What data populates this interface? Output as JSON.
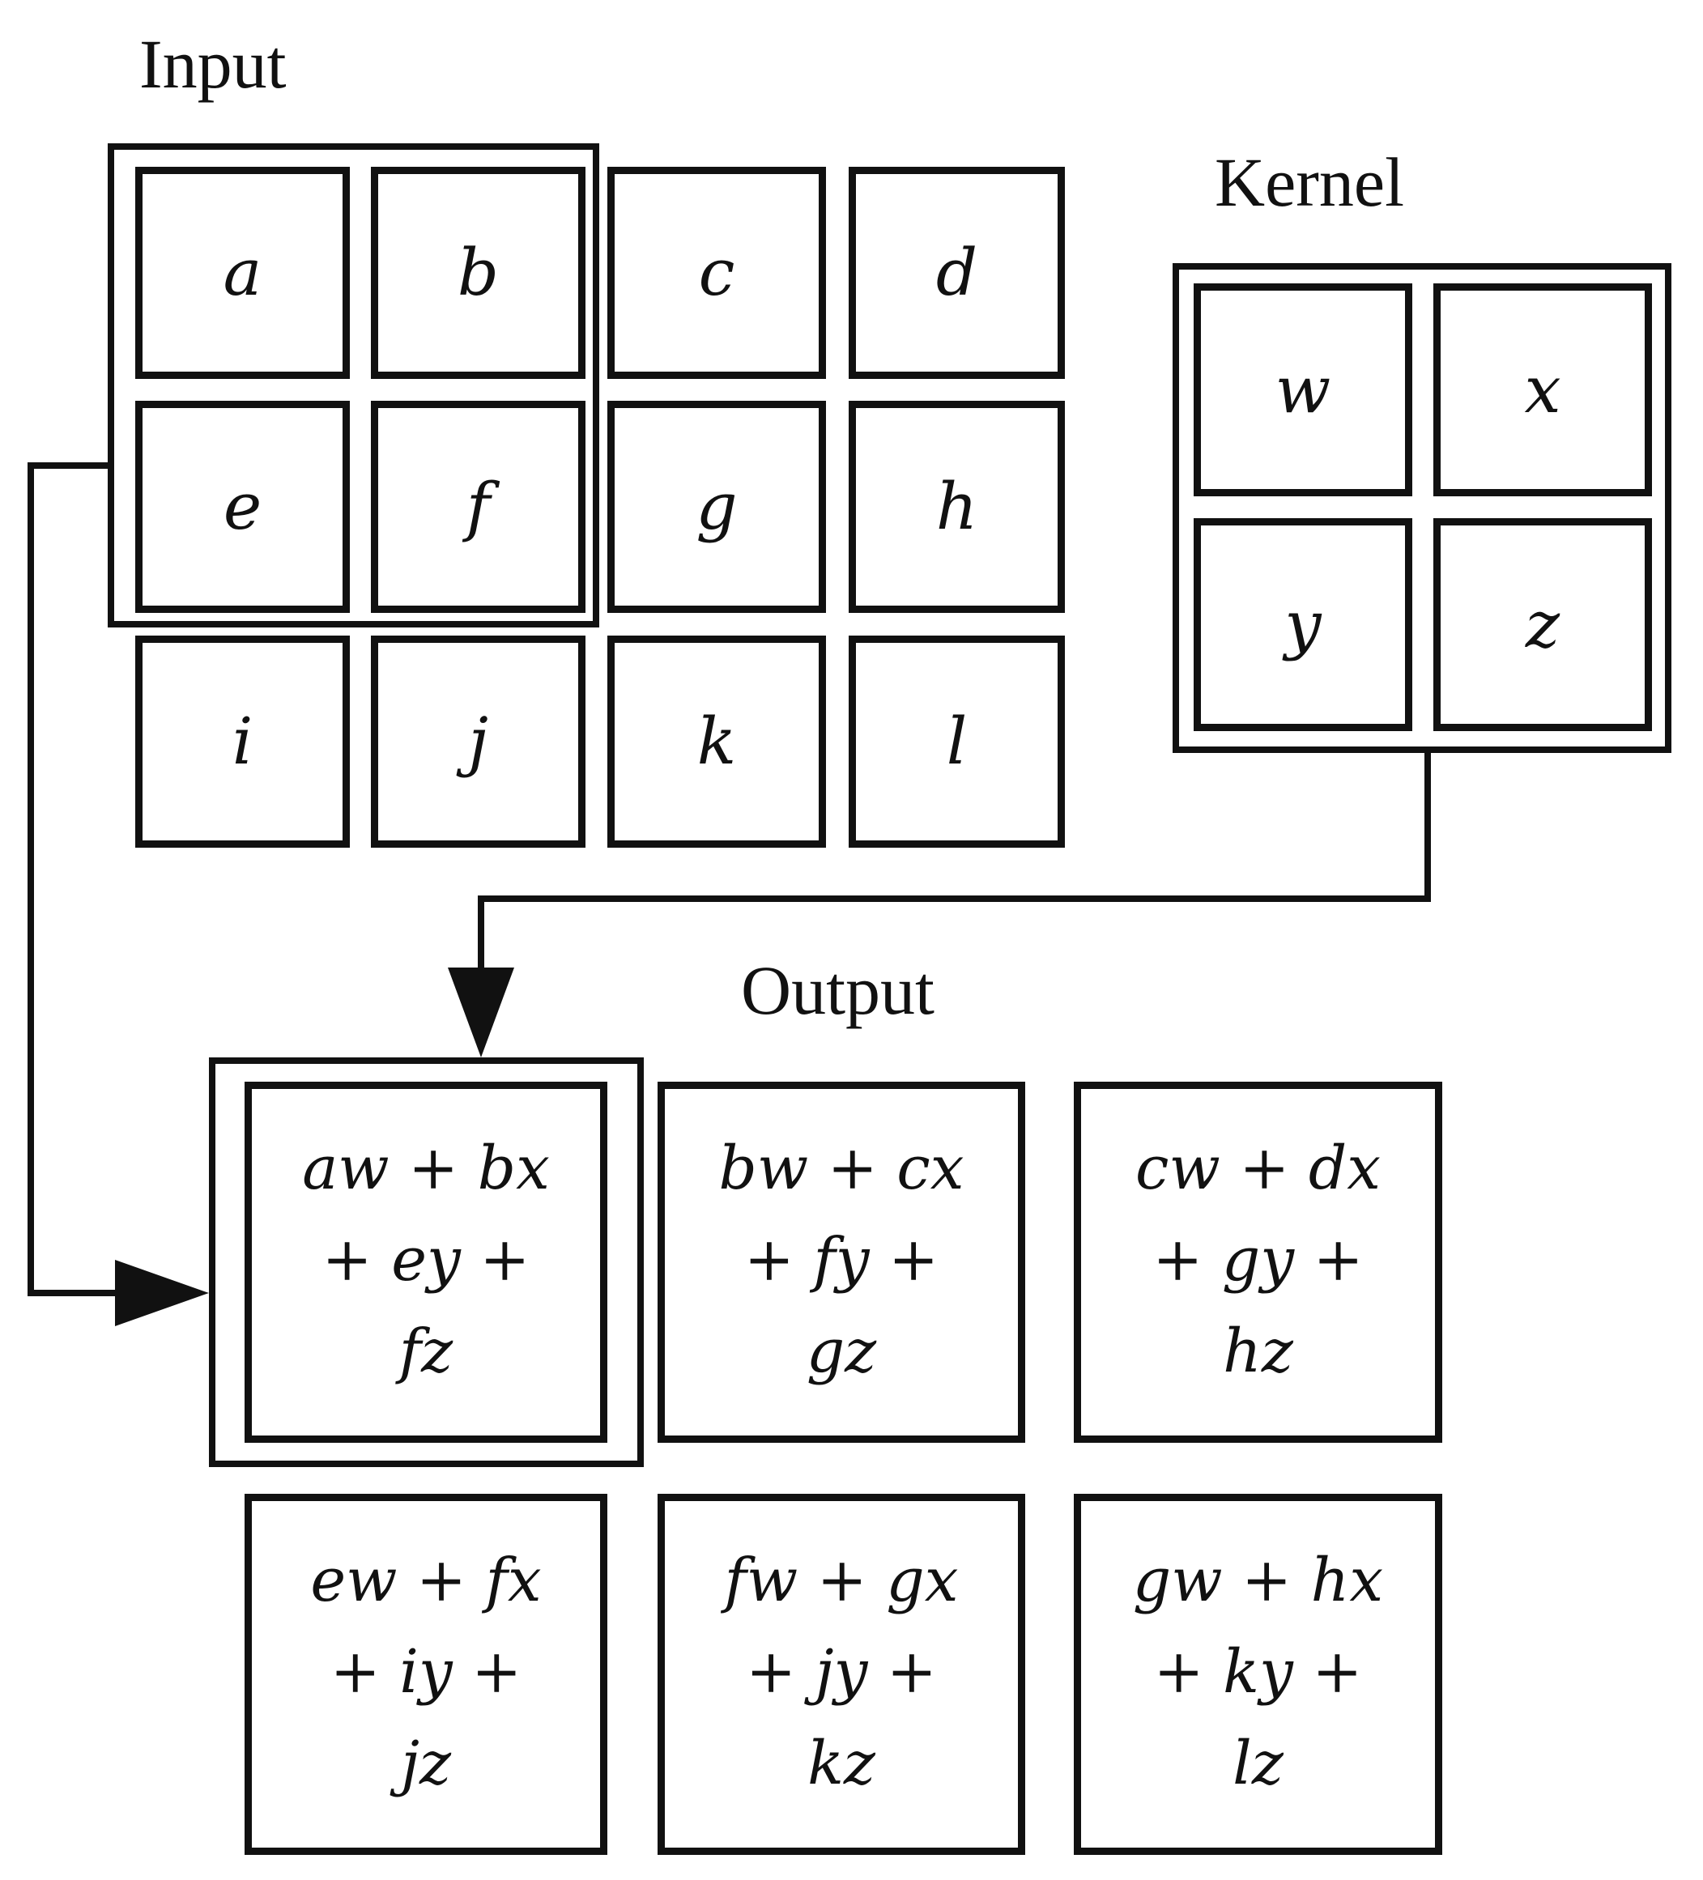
{
  "labels": {
    "input": "Input",
    "kernel": "Kernel",
    "output": "Output"
  },
  "input_grid": [
    [
      "a",
      "b",
      "c",
      "d"
    ],
    [
      "e",
      "f",
      "g",
      "h"
    ],
    [
      "i",
      "j",
      "k",
      "l"
    ]
  ],
  "kernel_grid": [
    [
      "w",
      "x"
    ],
    [
      "y",
      "z"
    ]
  ],
  "output_grid": [
    [
      {
        "line1": "aw + bx",
        "line2": "+ ey +",
        "line3": "fz"
      },
      {
        "line1": "bw + cx",
        "line2": "+ fy +",
        "line3": "gz"
      },
      {
        "line1": "cw + dx",
        "line2": "+ gy +",
        "line3": "hz"
      }
    ],
    [
      {
        "line1": "ew + fx",
        "line2": "+ iy +",
        "line3": "jz"
      },
      {
        "line1": "fw + gx",
        "line2": "+ jy +",
        "line3": "kz"
      },
      {
        "line1": "gw + hx",
        "line2": "+ ky +",
        "line3": "lz"
      }
    ]
  ]
}
